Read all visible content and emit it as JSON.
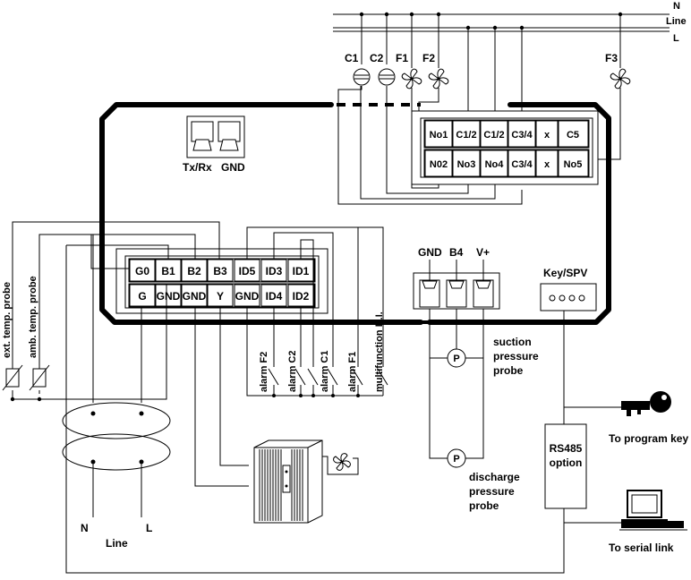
{
  "line_top": {
    "n": "N",
    "line": "Line",
    "l": "L"
  },
  "relays": [
    "C1",
    "C2",
    "F1",
    "F2",
    "F3"
  ],
  "output_terminals": {
    "top": [
      "No1",
      "C1/2",
      "C1/2",
      "C3/4",
      "x",
      "C5"
    ],
    "bottom": [
      "N02",
      "No3",
      "No4",
      "C3/4",
      "x",
      "No5"
    ]
  },
  "serial_connector": {
    "tx": "Tx/Rx",
    "gnd": "GND"
  },
  "input_terminals": {
    "top": [
      "G0",
      "B1",
      "B2",
      "B3",
      "ID5",
      "ID3",
      "ID1"
    ],
    "bottom": [
      "G",
      "GND",
      "GND",
      "Y",
      "GND",
      "ID4",
      "ID2"
    ]
  },
  "probe_connector": [
    "GND",
    "B4",
    "V+"
  ],
  "key_spv": "Key/SPV",
  "probes": {
    "ext": "ext. temp. probe",
    "amb": "amb. temp. probe",
    "suction": [
      "suction",
      "pressure",
      "probe"
    ],
    "discharge": [
      "discharge",
      "pressure",
      "probe"
    ],
    "p_symbol": "P"
  },
  "digital_inputs": [
    "alarm F2",
    "alarm C2",
    "alarm C1",
    "alarm F1",
    "multifunction D.I."
  ],
  "rs485": [
    "RS485",
    "option"
  ],
  "to_program_key": "To program key",
  "to_serial_link": "To serial link",
  "transformer": {
    "n": "N",
    "l": "L",
    "line": "Line"
  }
}
